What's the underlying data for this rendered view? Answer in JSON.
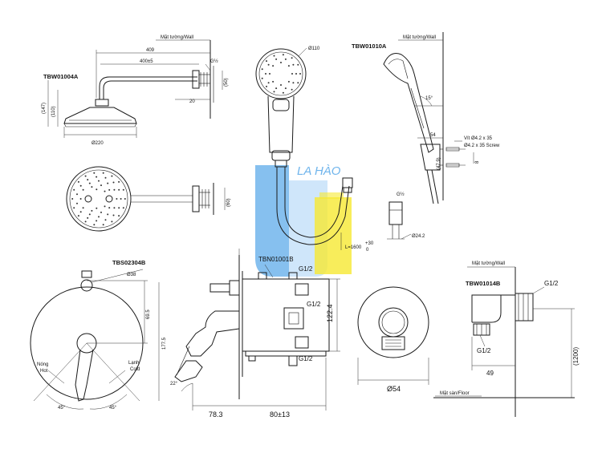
{
  "watermark": {
    "text": "LA HÀO",
    "colors": {
      "blue": "#4da3e8",
      "yellow": "#f5e400",
      "lightblue": "#a9d2f5"
    }
  },
  "shower_head": {
    "model": "TBW01004A",
    "wall_label": "Mặt tường/Wall",
    "dim_409": "409",
    "dim_400": "400±5",
    "thread": "G½",
    "dim_50": "(50)",
    "dim_20": "20",
    "dim_147": "(147)",
    "dim_110": "(110)",
    "dim_220": "Ø220",
    "dim_60": "(60)"
  },
  "hand_shower": {
    "dim_110": "Ø110"
  },
  "hand_holder": {
    "model": "TBW01010A",
    "wall_label": "Mặt tường/Wall",
    "angle": "15°",
    "dim_54": "54",
    "screw_1": "Vít Ø4.2 x 35",
    "screw_2": "Ø4.2 x 35 Screw",
    "dim_479": "(47.9)",
    "dim_8": "8",
    "thread": "G½",
    "dim_242": "Ø24.2",
    "hose_length": "L=1600",
    "hose_tol": "+30",
    "hose_tol2": "0"
  },
  "mixer": {
    "model": "TBS02304B",
    "dim_38": "Ø38",
    "dim_695": "69.5",
    "dim_1775": "177.5",
    "hot_1": "Nóng",
    "hot_2": "Hot",
    "cold_1": "Lạnh",
    "cold_2": "Cold",
    "angle_left": "45°",
    "angle_right": "45°",
    "angle_22": "22°",
    "dim_783": "78.3"
  },
  "valve_body": {
    "model": "TBN01001B",
    "thread_top": "G1/2",
    "thread_mid": "G1/2",
    "thread_bot": "G1/2",
    "dim_1224": "122.4",
    "dim_80": "80±13"
  },
  "cover_plate": {
    "dim_54": "Ø54"
  },
  "wall_elbow": {
    "model": "TBW01014B",
    "wall_label": "Mặt tường/Wall",
    "thread_top": "G1/2",
    "thread_bot": "G1/2",
    "dim_49": "49",
    "dim_1200": "(1200)",
    "floor_label": "Mặt sàn/Floor"
  }
}
